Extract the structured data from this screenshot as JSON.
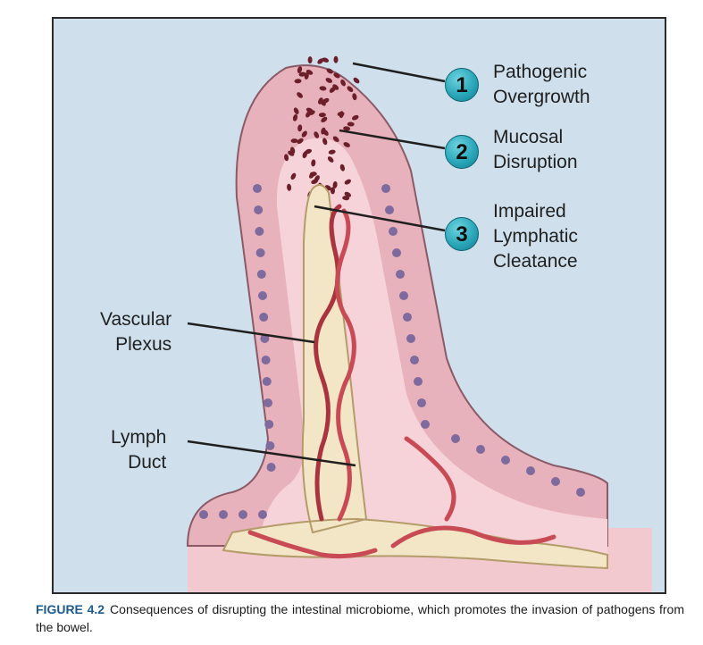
{
  "figure": {
    "callouts": [
      {
        "number": "1",
        "label": "Pathogenic\nOvergrowth"
      },
      {
        "number": "2",
        "label": "Mucosal\nDisruption"
      },
      {
        "number": "3",
        "label": "Impaired\nLymphatic\nCleatance"
      }
    ],
    "left_labels": {
      "vascular_plexus": "Vascular\nPlexus",
      "lymph_duct": "Lymph\nDuct"
    },
    "colors": {
      "background": "#cfe0ec",
      "lamina": "#f2c9cf",
      "cells": "#e8b2bc",
      "nuclei": "#7f6a9e",
      "lymph": "#f3e6c6",
      "vessels": "#c74a55",
      "bacteria": "#6b1f2b",
      "callout": "#2aa7ba"
    }
  },
  "caption": {
    "figure_number": "FIGURE 4.2",
    "text": "Consequences of disrupting the intestinal microbiome, which promotes the invasion of pathogens from the bowel."
  }
}
